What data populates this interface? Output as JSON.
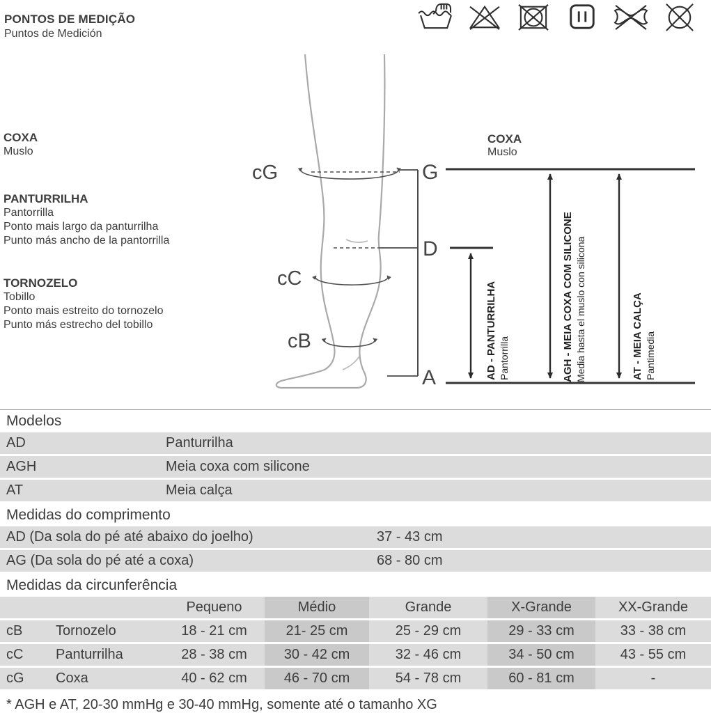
{
  "header": {
    "title": "PONTOS DE MEDIÇÃO",
    "subtitle": "Puntos de Medición"
  },
  "care_icons": {
    "items": [
      "hand-wash",
      "do-not-bleach",
      "do-not-tumble-dry",
      "drip-dry",
      "do-not-wring",
      "do-not-dry-clean"
    ]
  },
  "measurement_points": {
    "thigh": {
      "title": "COXA",
      "subtitle": "Muslo"
    },
    "calf": {
      "title": "PANTURRILHA",
      "subtitle": "Pantorrilla",
      "line1": "Ponto mais largo da panturrilha",
      "line2": "Punto más ancho de la pantorrilla"
    },
    "ankle": {
      "title": "TORNOZELO",
      "subtitle": "Tobillo",
      "line1": "Ponto mais estreito do tornozelo",
      "line2": "Punto más estrecho del tobillo"
    }
  },
  "diagram": {
    "thigh_circ": "cG",
    "calf_circ": "cC",
    "ankle_circ": "cB",
    "top_point": "G",
    "knee_point": "D",
    "sole_point": "A",
    "right_title": "COXA",
    "right_subtitle": "Muslo",
    "arrow_ad": {
      "label": "AD - PANTURRILHA",
      "sub": "Pantorrilla"
    },
    "arrow_agh": {
      "label": "AGH - MEIA COXA COM SILICONE",
      "sub": "Media hasta el muslo con silicona"
    },
    "arrow_at": {
      "label": "AT - MEIA CALÇA",
      "sub": "Pantimedia"
    }
  },
  "tables": {
    "models": {
      "heading": "Modelos",
      "rows": [
        {
          "code": "AD",
          "desc": "Panturrilha"
        },
        {
          "code": "AGH",
          "desc": "Meia coxa com silicone"
        },
        {
          "code": "AT",
          "desc": "Meia calça"
        }
      ]
    },
    "length": {
      "heading": "Medidas do comprimento",
      "rows": [
        {
          "label": "AD (Da sola do pé até abaixo do joelho)",
          "value": "37 - 43 cm"
        },
        {
          "label": "AG (Da sola do pé até a coxa)",
          "value": "68 - 80 cm"
        }
      ]
    },
    "circumference": {
      "heading": "Medidas da circunferência",
      "columns": [
        "Pequeno",
        "Médio",
        "Grande",
        "X-Grande",
        "XX-Grande"
      ],
      "rows": [
        {
          "code": "cB",
          "label": "Tornozelo",
          "values": [
            "18 - 21 cm",
            "21- 25 cm",
            "25 - 29 cm",
            "29 - 33 cm",
            "33 - 38 cm"
          ]
        },
        {
          "code": "cC",
          "label": "Panturrilha",
          "values": [
            "28 - 38 cm",
            "30 - 42 cm",
            "32 - 46 cm",
            "34 - 50 cm",
            "43 - 55 cm"
          ]
        },
        {
          "code": "cG",
          "label": "Coxa",
          "values": [
            "40 - 62 cm",
            "46 - 70 cm",
            "54 - 78 cm",
            "60 - 81 cm",
            "-"
          ]
        }
      ]
    }
  },
  "footnote": "* AGH e AT, 20-30 mmHg e 30-40 mmHg, somente até o tamanho XG"
}
